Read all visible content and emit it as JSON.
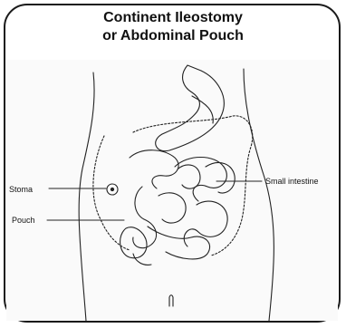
{
  "title": {
    "line1": "Continent Ileostomy",
    "line2": "or Abdominal Pouch"
  },
  "labels": {
    "stoma": "Stoma",
    "pouch": "Pouch",
    "small_intestine": "Small intestine"
  }
}
